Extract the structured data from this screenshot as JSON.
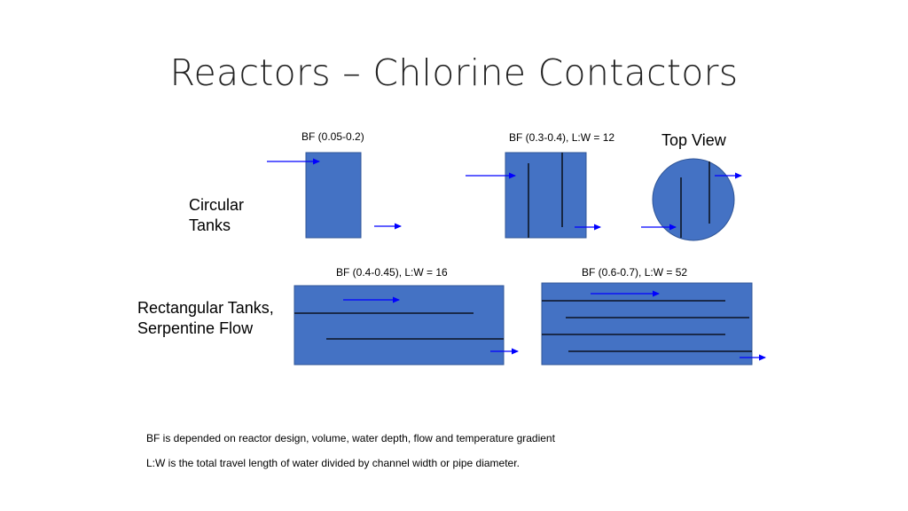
{
  "title": "Reactors – Chlorine Contactors",
  "colors": {
    "tank_fill": "#4472C4",
    "tank_border": "#2F5597",
    "arrow": "#0000FF",
    "baffle": "#000000"
  },
  "labels": {
    "bf_square": "BF (0.05-0.2)",
    "bf_baffled": "BF (0.3-0.4), L:W = 12",
    "top_view": "Top View",
    "circular_line1": "Circular",
    "circular_line2": "Tanks",
    "bf_rect1": "BF (0.4-0.45), L:W = 16",
    "bf_rect2": "BF (0.6-0.7), L:W = 52",
    "rect_line1": "Rectangular Tanks,",
    "rect_line2": "Serpentine Flow"
  },
  "notes": {
    "note1": "BF is depended on reactor design, volume, water depth, flow and temperature gradient",
    "note2": "L:W is the total travel length of water divided by channel width or pipe diameter."
  }
}
